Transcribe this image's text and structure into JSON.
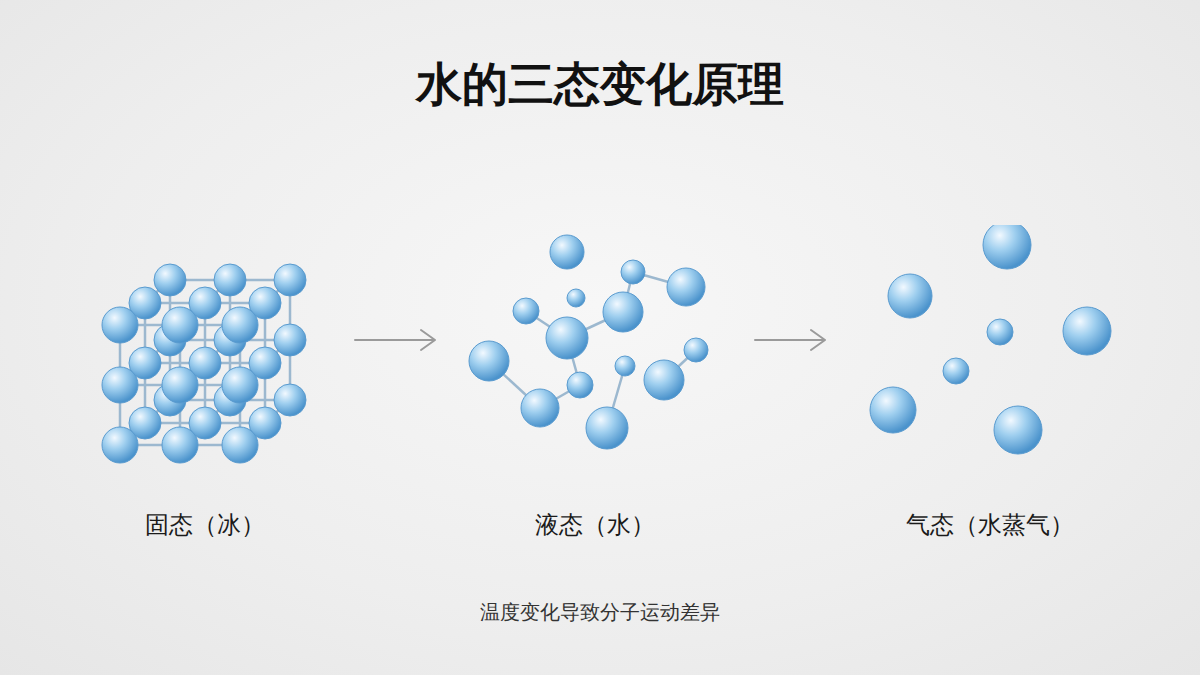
{
  "diagram": {
    "title": "水的三态变化原理",
    "caption": "温度变化导致分子运动差异",
    "nodes": [
      {
        "text": [
          "固态（冰）"
        ]
      },
      {
        "text": [
          "液态（水）"
        ]
      },
      {
        "text": [
          "气态（水蒸气）"
        ]
      }
    ],
    "edges": [
      {
        "from": 0,
        "to": 1,
        "arrow": "to"
      },
      {
        "from": 1,
        "to": 2,
        "arrow": "to"
      }
    ]
  }
}
